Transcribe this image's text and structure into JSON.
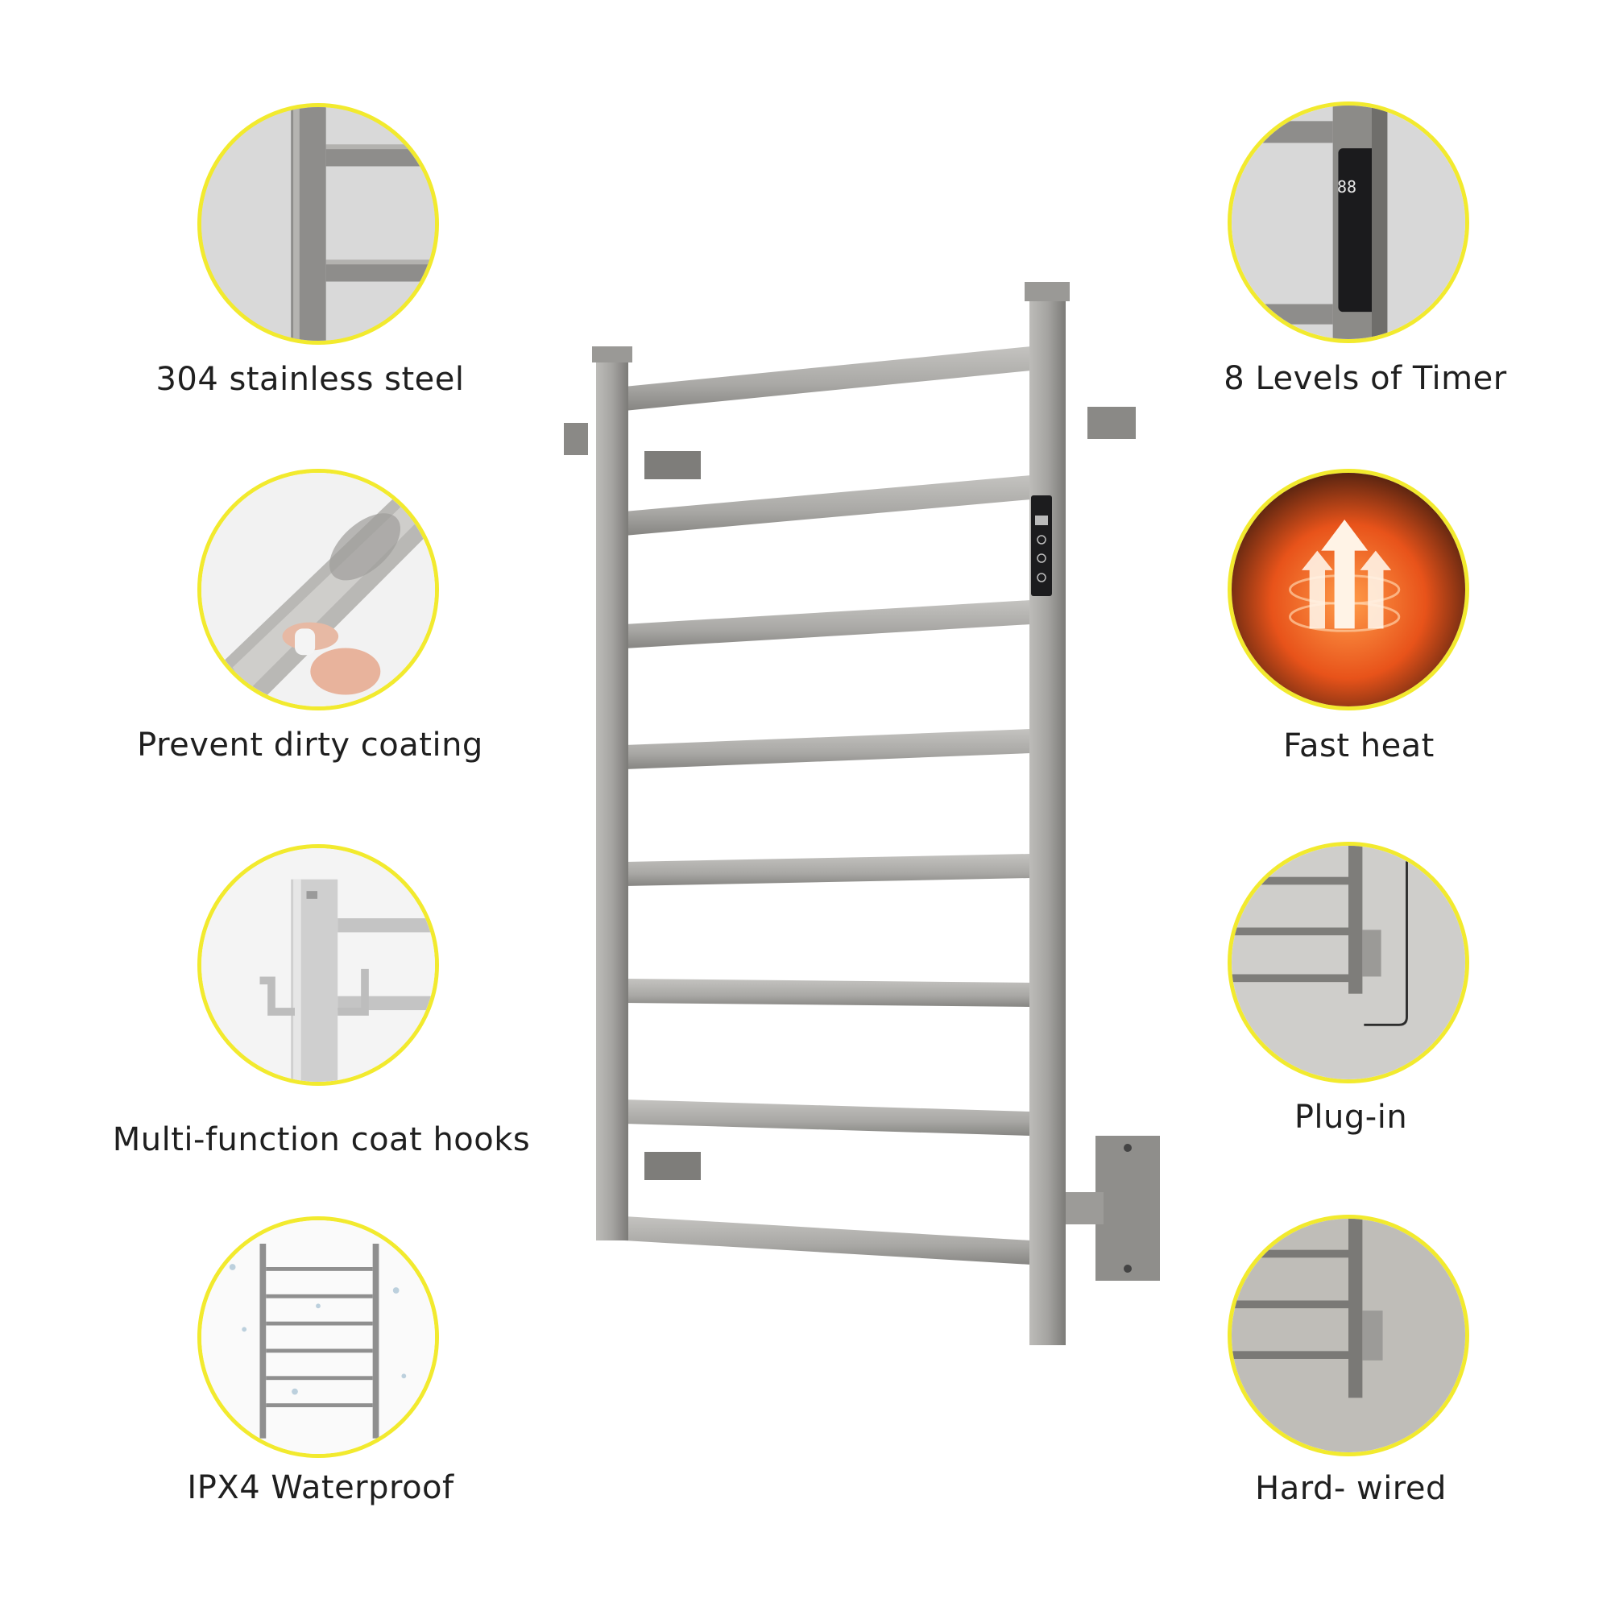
{
  "brand_colors": {
    "ring": "#f2ea2e",
    "steel": "#a9a8a5",
    "steel_dark": "#6e6d6a",
    "heat": "#ff6a1a"
  },
  "features_left": [
    {
      "label": "304 stainless steel",
      "icon": "stainless-steel-closeup"
    },
    {
      "label": "Prevent dirty coating",
      "icon": "finger-wipe-coating"
    },
    {
      "label": "Multi-function coat hooks",
      "icon": "coat-hook"
    },
    {
      "label": "IPX4 Waterproof",
      "icon": "water-splash-rack"
    }
  ],
  "features_right": [
    {
      "label": "8 Levels of Timer",
      "icon": "timer-control-panel"
    },
    {
      "label": "Fast heat",
      "icon": "heat-arrows"
    },
    {
      "label": "Plug-in",
      "icon": "plug-in-cable"
    },
    {
      "label": "Hard- wired",
      "icon": "hard-wired-bracket"
    }
  ],
  "control_panel": {
    "display": "88"
  }
}
